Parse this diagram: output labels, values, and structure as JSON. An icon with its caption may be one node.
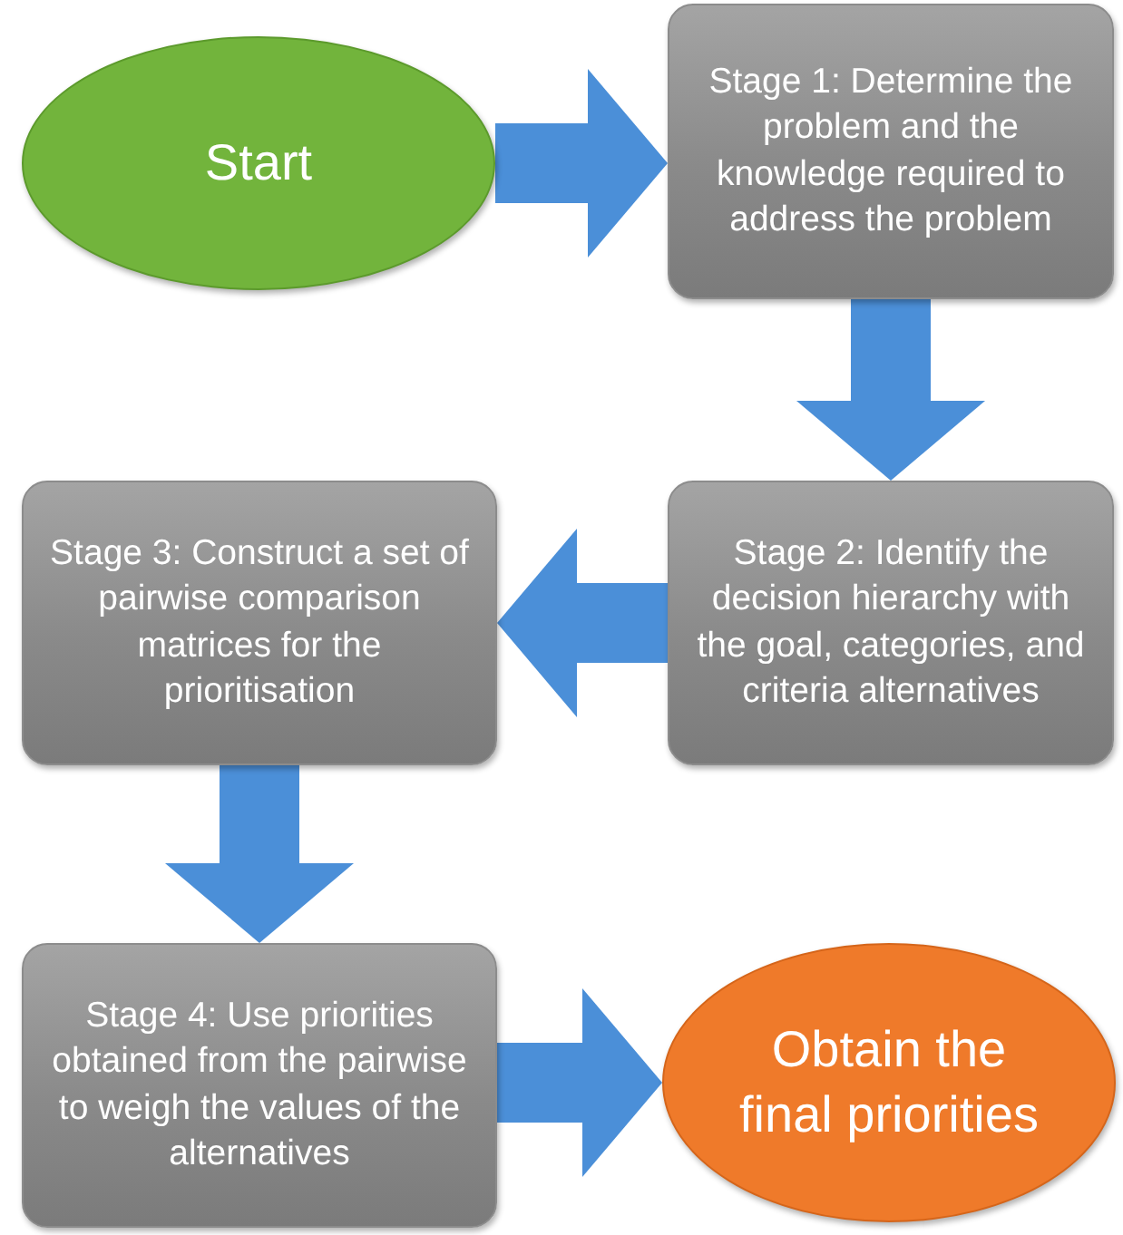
{
  "diagram": {
    "nodes": [
      {
        "text": [
          "Start"
        ]
      },
      {
        "text": [
          "Stage 1: Determine the problem and the knowledge required to address the problem"
        ]
      },
      {
        "text": [
          "Stage 2: Identify the decision hierarchy with the goal, categories, and criteria alternatives"
        ]
      },
      {
        "text": [
          "Stage 3: Construct a set of pairwise comparison matrices for the prioritisation"
        ]
      },
      {
        "text": [
          "Stage 4: Use priorities obtained from the pairwise to weigh the values of the alternatives"
        ]
      },
      {
        "text": [
          "Obtain the final priorities"
        ]
      }
    ],
    "edges": [
      {
        "from": 0,
        "to": 1,
        "arrow": "to"
      },
      {
        "from": 1,
        "to": 2,
        "arrow": "to"
      },
      {
        "from": 2,
        "to": 3,
        "arrow": "to"
      },
      {
        "from": 3,
        "to": 4,
        "arrow": "to"
      },
      {
        "from": 4,
        "to": 5,
        "arrow": "to"
      }
    ]
  }
}
